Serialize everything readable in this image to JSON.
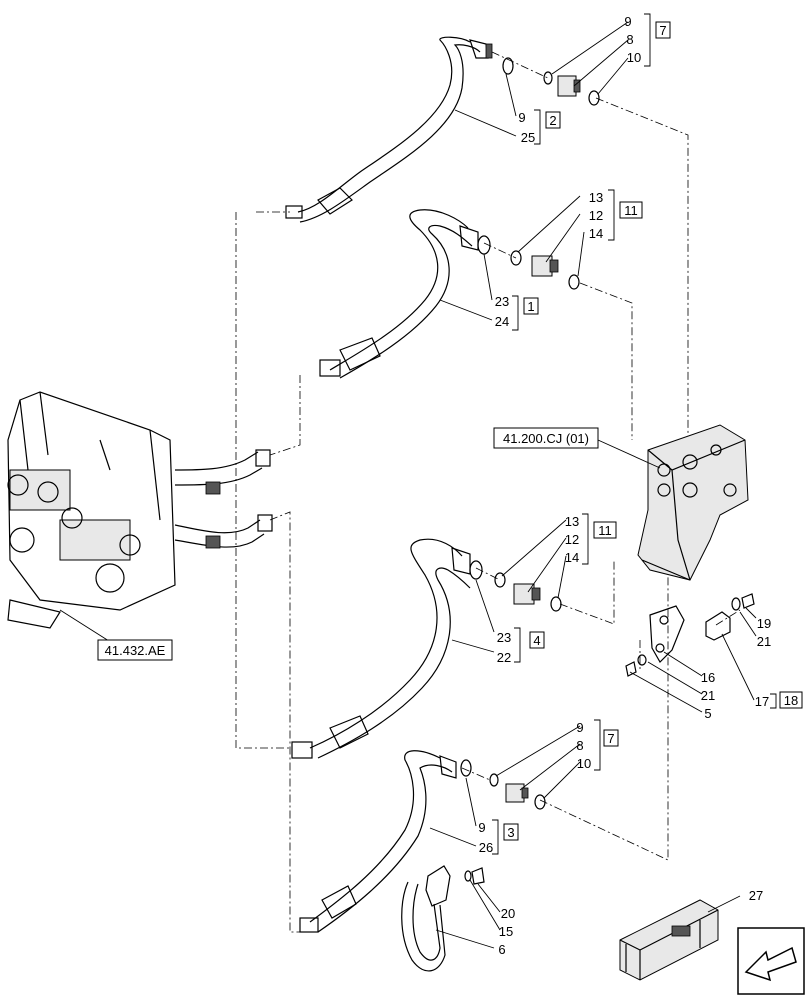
{
  "callouts": {
    "c9a": "9",
    "c8a": "8",
    "c10a": "10",
    "k7a": "7",
    "c9b": "9",
    "c25": "25",
    "k2": "2",
    "c13a": "13",
    "c12a": "12",
    "c14a": "14",
    "k11a": "11",
    "c23a": "23",
    "c24": "24",
    "k1": "1",
    "c13b": "13",
    "c12b": "12",
    "c14b": "14",
    "k11b": "11",
    "c23b": "23",
    "c22": "22",
    "k4": "4",
    "c9c": "9",
    "c8b": "8",
    "c10b": "10",
    "k7b": "7",
    "c9d": "9",
    "c26": "26",
    "k3": "3",
    "c19": "19",
    "c21a": "21",
    "c16": "16",
    "c21b": "21",
    "c5": "5",
    "c17": "17",
    "k18": "18",
    "c20": "20",
    "c15": "15",
    "c6": "6",
    "c27": "27"
  },
  "references": {
    "valve_ref": "41.200.CJ (01)",
    "block_ref": "41.432.AE"
  },
  "icons": {
    "kit_box": "parts-kit-crate-icon",
    "navigation": "previous-page-arrow-icon"
  }
}
